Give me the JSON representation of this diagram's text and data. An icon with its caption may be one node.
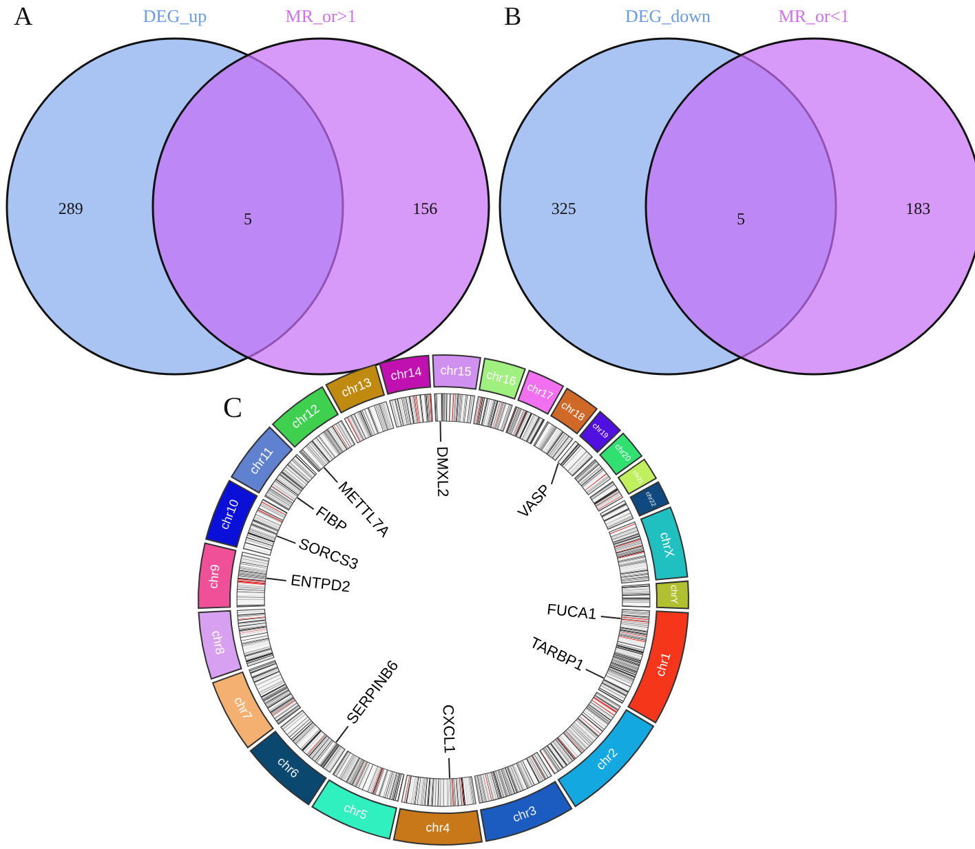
{
  "diagram": {
    "nodes": [
      {
        "text": [
          "DEG_up",
          "289"
        ]
      },
      {
        "text": [
          "MR_or>1",
          "156"
        ]
      },
      {
        "text": [
          "DEG_down",
          "325"
        ]
      },
      {
        "text": [
          "MR_or<1",
          "183"
        ]
      },
      {
        "text": [
          "chr1"
        ]
      },
      {
        "text": [
          "chr2"
        ]
      },
      {
        "text": [
          "chr3"
        ]
      },
      {
        "text": [
          "chr4"
        ]
      },
      {
        "text": [
          "chr5"
        ]
      },
      {
        "text": [
          "chr6"
        ]
      },
      {
        "text": [
          "chr7"
        ]
      },
      {
        "text": [
          "chr8"
        ]
      },
      {
        "text": [
          "chr9"
        ]
      },
      {
        "text": [
          "chr10"
        ]
      },
      {
        "text": [
          "chr11"
        ]
      },
      {
        "text": [
          "chr12"
        ]
      },
      {
        "text": [
          "chr13"
        ]
      },
      {
        "text": [
          "chr14"
        ]
      },
      {
        "text": [
          "chr15"
        ]
      },
      {
        "text": [
          "chr16"
        ]
      },
      {
        "text": [
          "chr17"
        ]
      },
      {
        "text": [
          "chr18"
        ]
      },
      {
        "text": [
          "chr19"
        ]
      },
      {
        "text": [
          "chr20"
        ]
      },
      {
        "text": [
          "chr21"
        ]
      },
      {
        "text": [
          "chr22"
        ]
      },
      {
        "text": [
          "chrX"
        ]
      },
      {
        "text": [
          "chrY"
        ]
      },
      {
        "text": [
          "DMXL2"
        ]
      },
      {
        "text": [
          "METTL7A"
        ]
      },
      {
        "text": [
          "VASP"
        ]
      },
      {
        "text": [
          "FIBP"
        ]
      },
      {
        "text": [
          "SORCS3"
        ]
      },
      {
        "text": [
          "ENTPD2"
        ]
      },
      {
        "text": [
          "FUCA1"
        ]
      },
      {
        "text": [
          "TARBP1"
        ]
      },
      {
        "text": [
          "SERPINB6"
        ]
      },
      {
        "text": [
          "CXCL1"
        ]
      },
      {
        "text": [],
        "shape": "bar"
      },
      {
        "text": [],
        "shape": "bar"
      },
      {
        "text": [],
        "shape": "bar"
      },
      {
        "text": [],
        "shape": "bar"
      },
      {
        "text": [],
        "shape": "bar"
      },
      {
        "text": [],
        "shape": "bar"
      },
      {
        "text": [],
        "shape": "bar"
      },
      {
        "text": [],
        "shape": "bar"
      },
      {
        "text": [],
        "shape": "bar"
      },
      {
        "text": [],
        "shape": "bar"
      },
      {
        "text": [],
        "shape": "bar"
      },
      {
        "text": [],
        "shape": "bar"
      },
      {
        "text": [],
        "shape": "bar"
      },
      {
        "text": [],
        "shape": "bar"
      },
      {
        "text": [],
        "shape": "bar"
      },
      {
        "text": [],
        "shape": "bar"
      },
      {
        "text": [],
        "shape": "bar"
      },
      {
        "text": [],
        "shape": "bar"
      },
      {
        "text": [],
        "shape": "bar"
      },
      {
        "text": [],
        "shape": "bar"
      },
      {
        "text": [],
        "shape": "bar"
      },
      {
        "text": [],
        "shape": "bar"
      },
      {
        "text": [],
        "shape": "bar"
      },
      {
        "text": [],
        "shape": "bar"
      }
    ],
    "edges": [
      {
        "from": 28,
        "to": 52,
        "arrow": "none"
      },
      {
        "from": 29,
        "to": 49,
        "arrow": "none"
      },
      {
        "from": 30,
        "to": 56,
        "arrow": "none"
      },
      {
        "from": 31,
        "to": 48,
        "arrow": "none"
      },
      {
        "from": 32,
        "to": 47,
        "arrow": "none"
      },
      {
        "from": 33,
        "to": 46,
        "arrow": "none"
      },
      {
        "from": 34,
        "to": 38,
        "arrow": "none"
      },
      {
        "from": 35,
        "to": 38,
        "arrow": "none"
      },
      {
        "from": 36,
        "to": 43,
        "arrow": "none"
      },
      {
        "from": 37,
        "to": 41,
        "arrow": "none"
      }
    ],
    "labels": [
      "A",
      "5",
      "B",
      "5",
      "C"
    ]
  }
}
